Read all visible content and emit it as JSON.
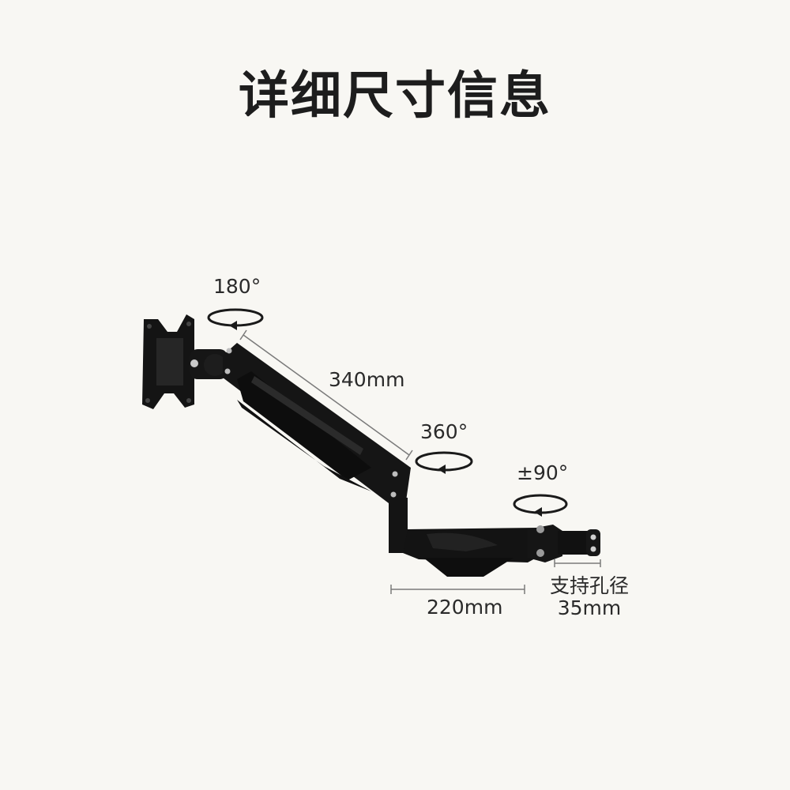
{
  "title": "详细尺寸信息",
  "labels": {
    "rotation_monitor": "180°",
    "arm_length": "340mm",
    "rotation_arm": "360°",
    "tilt": "±90°",
    "base_length": "220mm",
    "hole_support_line1": "支持孔径",
    "hole_support_line2": "35mm"
  },
  "colors": {
    "background": "#f8f7f3",
    "product": "#141414",
    "text": "#2a2a2a"
  }
}
